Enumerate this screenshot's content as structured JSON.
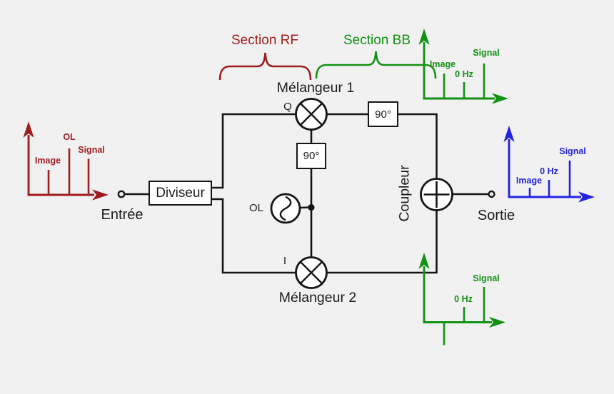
{
  "sections": {
    "rf": "Section RF",
    "bb": "Section BB"
  },
  "blocks": {
    "diviseur": "Diviseur",
    "melangeur1": "Mélangeur 1",
    "melangeur2": "Mélangeur 2",
    "coupleur": "Coupleur",
    "phase_top": "90°",
    "phase_mid": "90°",
    "ol": "OL",
    "q_port": "Q",
    "i_port": "I"
  },
  "terminals": {
    "input": "Entrée",
    "output": "Sortie"
  },
  "colors": {
    "rf_red": "#9e1d1d",
    "bb_green": "#129212",
    "output_blue": "#2323e2",
    "circuit_black": "#161616",
    "background": "#f1f1f2"
  },
  "spectra": {
    "input_rf": {
      "color": "#9e1d1d",
      "peaks": [
        {
          "label": "Image",
          "rel_height": 0.34
        },
        {
          "label": "OL",
          "rel_height": 0.64
        },
        {
          "label": "Signal",
          "rel_height": 0.49
        }
      ]
    },
    "bb_upper": {
      "color": "#129212",
      "peaks": [
        {
          "label": "Image",
          "rel_height": 0.36
        },
        {
          "label": "0 Hz",
          "rel_height": 0.24
        },
        {
          "label": "Signal",
          "rel_height": 0.51
        }
      ]
    },
    "bb_lower": {
      "color": "#129212",
      "peaks": [
        {
          "label": "",
          "rel_height": -0.33
        },
        {
          "label": "0 Hz",
          "rel_height": 0.22
        },
        {
          "label": "Signal",
          "rel_height": 0.52
        }
      ]
    },
    "output": {
      "color": "#2323e2",
      "peaks": [
        {
          "label": "Image",
          "rel_height": 0.13
        },
        {
          "label": "0 Hz",
          "rel_height": 0.24
        },
        {
          "label": "Signal",
          "rel_height": 0.52
        }
      ]
    }
  }
}
